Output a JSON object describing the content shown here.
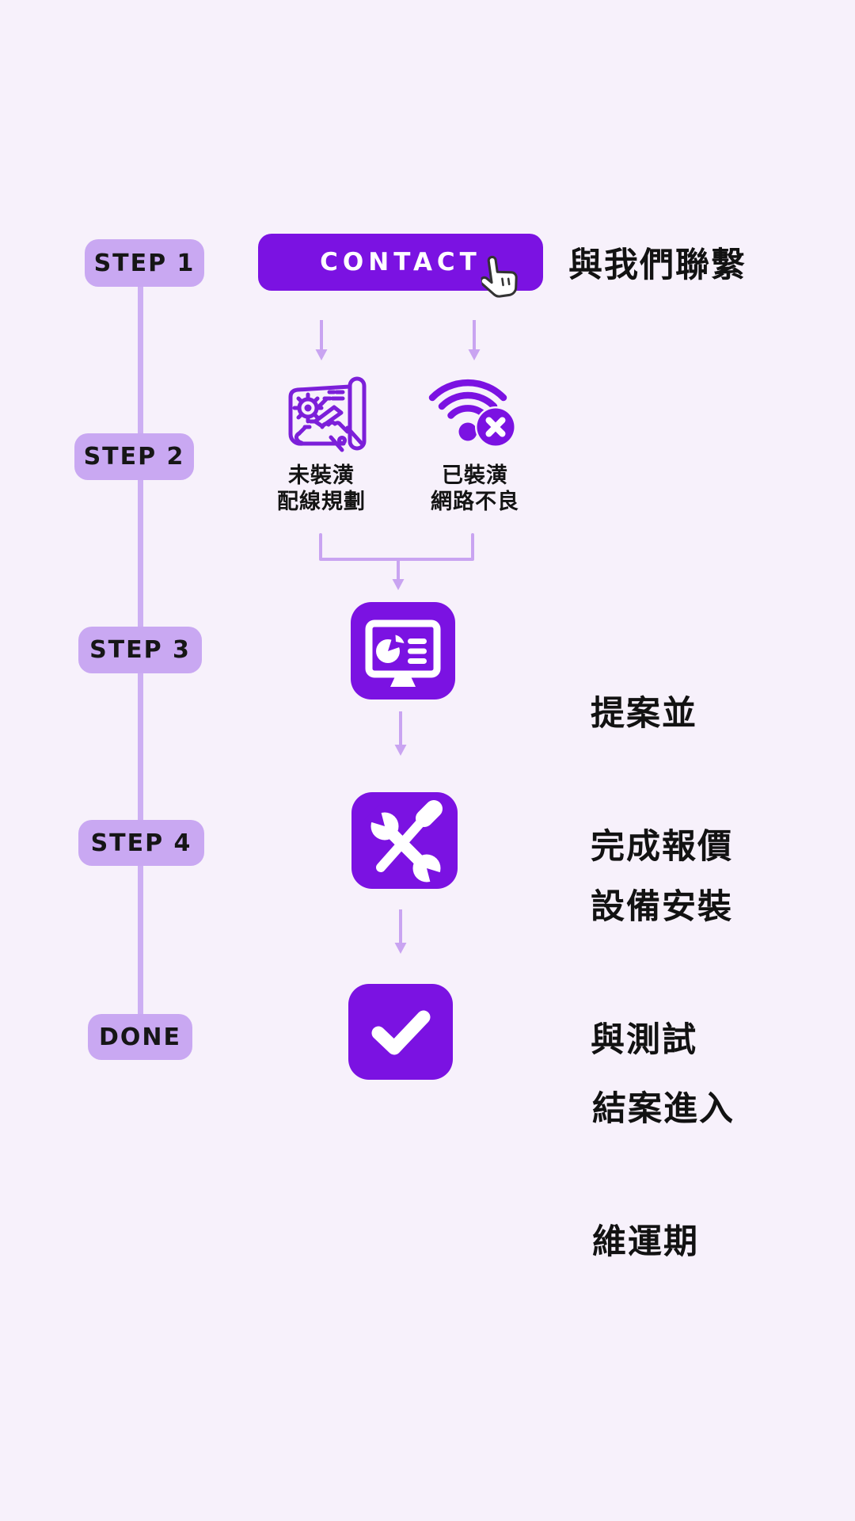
{
  "colors": {
    "background": "#f7f1fb",
    "accent_purple": "#7b12e2",
    "outline_purple": "#7c1fd9",
    "light_purple_badge": "#c9a8f2",
    "light_purple_line": "#cdaff3",
    "text_dark": "#161616",
    "white": "#ffffff"
  },
  "timeline": {
    "badges": [
      {
        "label": "STEP 1"
      },
      {
        "label": "STEP 2"
      },
      {
        "label": "STEP 3"
      },
      {
        "label": "STEP 4"
      },
      {
        "label": "DONE"
      }
    ]
  },
  "step1": {
    "button_label": "CONTACT",
    "cursor_icon": "hand-pointer-icon",
    "caption": "與我們聯繫"
  },
  "step2": {
    "branches": [
      {
        "icon": "floorplan-drawing-icon",
        "line1": "未裝潢",
        "line2": "配線規劃"
      },
      {
        "icon": "wifi-error-icon",
        "line1": "已裝潢",
        "line2": "網路不良"
      }
    ]
  },
  "step3": {
    "icon": "presentation-monitor-icon",
    "line1": "提案並",
    "line2": "完成報價"
  },
  "step4": {
    "icon": "repair-tools-icon",
    "line1": "設備安裝",
    "line2": "與測試"
  },
  "done": {
    "icon": "checkmark-icon",
    "line1": "結案進入",
    "line2": "維運期"
  }
}
